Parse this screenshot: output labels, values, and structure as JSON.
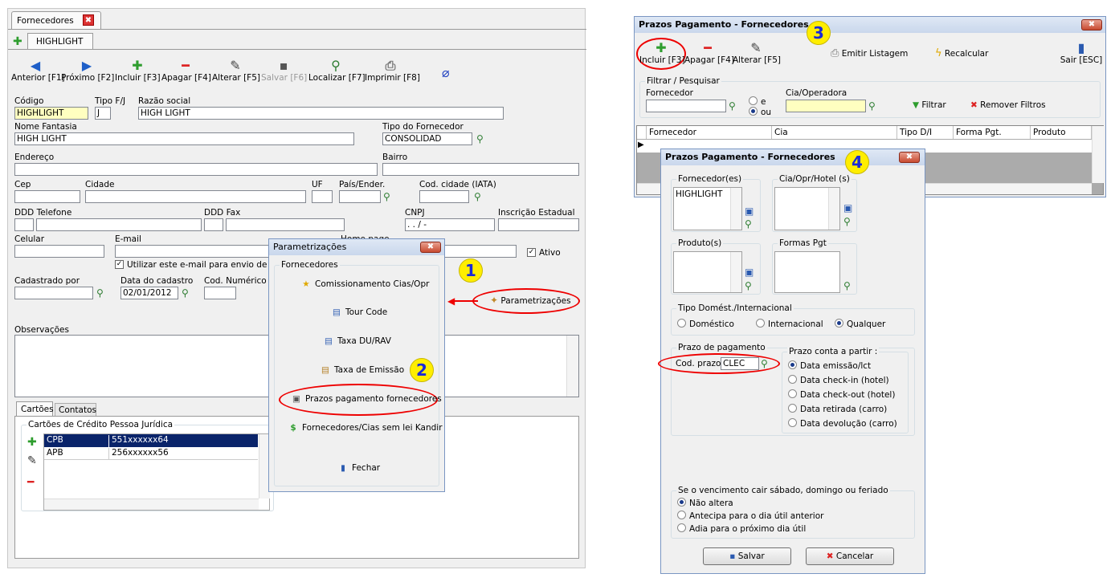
{
  "left": {
    "tab_title": "Fornecedores",
    "subtab": "HIGHLIGHT",
    "toolbar": [
      {
        "label": "Anterior [F1]",
        "icon": "arrow-left-icon"
      },
      {
        "label": "Próximo [F2]",
        "icon": "arrow-right-icon"
      },
      {
        "label": "Incluir [F3]",
        "icon": "plus-icon"
      },
      {
        "label": "Apagar [F4]",
        "icon": "minus-icon"
      },
      {
        "label": "Alterar [F5]",
        "icon": "edit-icon"
      },
      {
        "label": "Salvar [F6]",
        "icon": "save-icon"
      },
      {
        "label": "Localizar [F7]",
        "icon": "search-icon"
      },
      {
        "label": "Imprimir [F8]",
        "icon": "printer-icon"
      }
    ],
    "fields": {
      "codigo_label": "Código",
      "codigo": "HIGHLIGHT",
      "tipo_label": "Tipo F/J",
      "tipo": "J",
      "razao_label": "Razão social",
      "razao": "HIGH LIGHT",
      "fantasia_label": "Nome Fantasia",
      "fantasia": "HIGH LIGHT",
      "tipo_forn_label": "Tipo do Fornecedor",
      "tipo_forn": "CONSOLIDAD",
      "endereco_label": "Endereço",
      "bairro_label": "Bairro",
      "cep_label": "Cep",
      "cidade_label": "Cidade",
      "uf_label": "UF",
      "pais_label": "País/Ender.",
      "cod_cidade_label": "Cod. cidade (IATA)",
      "ddd_tel_label": "DDD Telefone",
      "ddd_fax_label": "DDD Fax",
      "cnpj_label": "CNPJ",
      "cnpj": " .  .  /  -",
      "ie_label": "Inscrição Estadual",
      "celular_label": "Celular",
      "email_label": "E-mail",
      "home_label": "Home page",
      "ativo_label": "Ativo",
      "utilizar_email": "Utilizar este e-mail para envio de docu",
      "cadastrado_label": "Cadastrado por",
      "data_cad_label": "Data do cadastro",
      "data_cad": "02/01/2012",
      "cod_num_label": "Cod. Numérico (I",
      "parametrizacoes": "Parametrizações",
      "obs_label": "Observações"
    },
    "bottom_tabs": [
      "Cartões",
      "Contatos"
    ],
    "cards_group": "Cartões de Crédito Pessoa Jurídica",
    "cards": [
      {
        "name": "CPB",
        "number": "551xxxxxx64"
      },
      {
        "name": "APB",
        "number": "256xxxxxx56"
      }
    ]
  },
  "param_dialog": {
    "title": "Parametrizações",
    "group": "Fornecedores",
    "items": [
      {
        "text": "Comissionamento Cias/Opr",
        "icon": "star-icon"
      },
      {
        "text": "Tour Code",
        "icon": "list-icon"
      },
      {
        "text": "Taxa DU/RAV",
        "icon": "list-icon"
      },
      {
        "text": "Taxa de Emissão",
        "icon": "list-icon"
      },
      {
        "text": "Prazos pagamento fornecedores",
        "icon": "doc-icon"
      },
      {
        "text": "Fornecedores/Cias sem lei Kandir",
        "icon": "dollar-icon"
      }
    ],
    "close": "Fechar"
  },
  "prazos_list": {
    "title": "Prazos Pagamento - Fornecedores",
    "toolbar": {
      "incluir": "Incluir [F3]",
      "apagar": "Apagar [F4]",
      "alterar": "Alterar [F5]",
      "emitir": "Emitir Listagem",
      "recalcular": "Recalcular",
      "sair": "Sair [ESC]"
    },
    "filter_group": "Filtrar / Pesquisar",
    "fornecedor_label": "Fornecedor",
    "cia_label": "Cia/Operadora",
    "e_label": "e",
    "ou_label": "ou",
    "filtrar": "Filtrar",
    "remover": "Remover Filtros",
    "columns": [
      "Fornecedor",
      "Cia",
      "Tipo D/I",
      "Forma Pgt.",
      "Produto"
    ]
  },
  "prazos_edit": {
    "title": "Prazos Pagamento - Fornecedores",
    "fornecedores_label": "Fornecedor(es)",
    "fornecedores_value": "HIGHLIGHT",
    "cia_label": "Cia/Opr/Hotel (s)",
    "produto_label": "Produto(s)",
    "formas_label": "Formas Pgt",
    "tipo_group": "Tipo Domést./Internacional",
    "tipo_opts": [
      "Doméstico",
      "Internacional",
      "Qualquer"
    ],
    "prazo_group": "Prazo de pagamento",
    "cod_prazo_label": "Cod. prazo",
    "cod_prazo": "CLEC",
    "conta_group": "Prazo conta a partir :",
    "conta_opts": [
      "Data emissão/lct",
      "Data check-in (hotel)",
      "Data check-out (hotel)",
      "Data retirada (carro)",
      "Data devolução (carro)"
    ],
    "venc_group": "Se o vencimento cair sábado, domingo ou feriado",
    "venc_opts": [
      "Não altera",
      "Antecipa para o dia útil anterior",
      "Adia para o próximo dia útil"
    ],
    "salvar": "Salvar",
    "cancelar": "Cancelar"
  },
  "badges": [
    "1",
    "2",
    "3",
    "4"
  ]
}
